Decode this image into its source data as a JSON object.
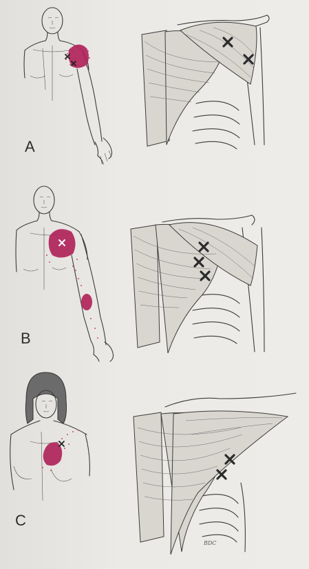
{
  "panels": [
    {
      "id": "A",
      "label": "A"
    },
    {
      "id": "B",
      "label": "B"
    },
    {
      "id": "C",
      "label": "C"
    }
  ],
  "colors": {
    "referred_pain": "#b0245a",
    "trigger_point_mark": "#2b2b2b",
    "background": "#e9e7e3"
  },
  "signature": "BDC"
}
